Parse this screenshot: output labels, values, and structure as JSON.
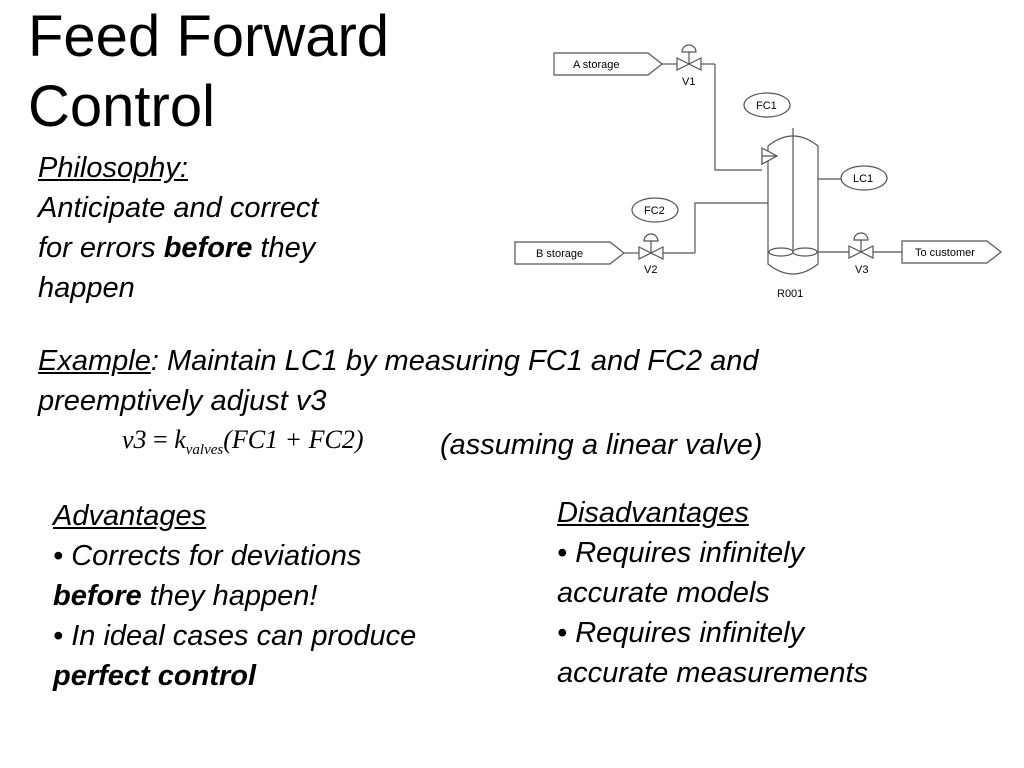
{
  "title": {
    "line1": "Feed Forward",
    "line2": "Control"
  },
  "philosophy": {
    "heading": "Philosophy:",
    "line1": "Anticipate and correct",
    "line2_pre": "for errors ",
    "line2_bold": "before",
    "line2_post": " they",
    "line3": "happen"
  },
  "example": {
    "heading": "Example",
    "text1": ": Maintain LC1 by measuring FC1 and FC2 and",
    "text2": "preemptively adjust v3"
  },
  "formula": {
    "lhs": "v3",
    "eq": " = ",
    "k": "k",
    "k_sub": "valves",
    "rhs": "(FC1 + FC2)"
  },
  "assumption": "(assuming a linear valve)",
  "advantages": {
    "heading": "Advantages",
    "b1_text": "• Corrects for deviations",
    "b1_bold": "before",
    "b1_post": " they happen!",
    "b2_text": "• In ideal cases can produce",
    "b2_bold": "perfect control"
  },
  "disadvantages": {
    "heading": "Disadvantages",
    "b1_line1": "• Requires infinitely",
    "b1_line2": "accurate models",
    "b2_line1": "• Requires infinitely",
    "b2_line2": "accurate measurements"
  },
  "diagram": {
    "a_storage": "A  storage",
    "b_storage": "B storage",
    "to_customer": "To customer",
    "v1": "V1",
    "v2": "V2",
    "v3": "V3",
    "fc1": "FC1",
    "fc2": "FC2",
    "lc1": "LC1",
    "reactor": "R001"
  }
}
